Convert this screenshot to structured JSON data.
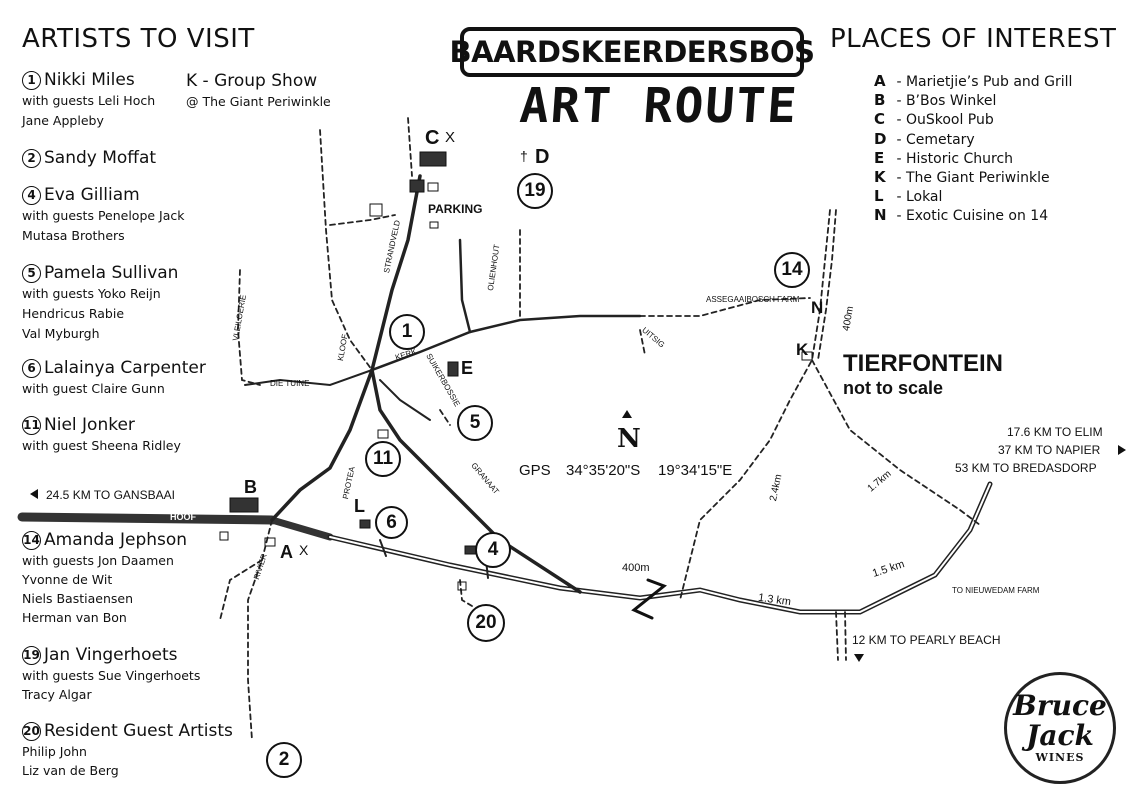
{
  "header": {
    "artists_heading": "ARTISTS TO VISIT",
    "places_heading": "PLACES OF INTEREST",
    "title_box": "BAARDSKEERDERSBOS",
    "subtitle": "ART ROUTE"
  },
  "artists": [
    {
      "number": "1",
      "name": "Nikki Miles",
      "guests": [
        "with guests Leli Hoch",
        "Jane Appleby"
      ]
    },
    {
      "number": "2",
      "name": "Sandy Moffat",
      "guests": []
    },
    {
      "number": "4",
      "name": "Eva Gilliam",
      "guests": [
        "with guests Penelope Jack",
        "Mutasa Brothers"
      ]
    },
    {
      "number": "5",
      "name": "Pamela Sullivan",
      "guests": [
        "with guests Yoko Reijn",
        "Hendricus Rabie",
        "Val Myburgh"
      ]
    },
    {
      "number": "6",
      "name": "Lalainya Carpenter",
      "guests": [
        "with guest Claire Gunn"
      ]
    },
    {
      "number": "11",
      "name": "Niel Jonker",
      "guests": [
        "with guest Sheena Ridley"
      ]
    },
    {
      "number": "14",
      "name": "Amanda Jephson",
      "guests": [
        "with guests Jon Daamen",
        "Yvonne de Wit",
        "Niels Bastiaensen",
        "Herman van Bon"
      ]
    },
    {
      "number": "19",
      "name": "Jan Vingerhoets",
      "guests": [
        "with guests Sue Vingerhoets",
        "Tracy Algar"
      ]
    },
    {
      "number": "20",
      "name": "Resident Guest Artists",
      "guests": [
        "Philip John",
        "Liz van de Berg"
      ]
    }
  ],
  "group_show": {
    "title": "K - Group Show",
    "venue": "@ The Giant Periwinkle"
  },
  "places": [
    {
      "letter": "A",
      "text": " - Marietjie’s Pub and Grill"
    },
    {
      "letter": "B",
      "text": " - B’Bos Winkel"
    },
    {
      "letter": "C",
      "text": " - OuSkool Pub"
    },
    {
      "letter": "D",
      "text": " - Cemetary"
    },
    {
      "letter": "E",
      "text": " - Historic Church"
    },
    {
      "letter": "K",
      "text": " - The Giant Periwinkle"
    },
    {
      "letter": "L",
      "text": " - Lokal"
    },
    {
      "letter": "N",
      "text": " - Exotic Cuisine on 14"
    }
  ],
  "map": {
    "streets": [
      "STRANDVELD",
      "OLIENHOUT",
      "KERK",
      "SUIKERBOSSIE",
      "UITSIG",
      "VLEILOERIE",
      "KLOOF",
      "DIE TUINE",
      "PROTEA",
      "GRANAAT",
      "HOOF",
      "RIVIER"
    ],
    "parking": "PARKING",
    "farm": "ASSEGAAIBOSCH FARM",
    "town": "TIERFONTEIN",
    "scale_note": "not to scale",
    "north": "N",
    "gps_label": "GPS",
    "gps_lat": "34°35'20\"S",
    "gps_lon": "19°34'15\"E",
    "directions_east": [
      "17.6 KM TO ELIM",
      "37 KM TO NAPIER",
      "53 KM TO BREDASDORP"
    ],
    "direction_west": "24.5 KM TO GANSBAAI",
    "direction_south": "12 KM TO PEARLY BEACH",
    "nieuwedam": "TO NIEUWEDAM FARM",
    "distances": [
      "400m",
      "400m",
      "1.3 km",
      "1.5 km",
      "2.4km",
      "1.7km"
    ],
    "markers": [
      "1",
      "2",
      "4",
      "5",
      "6",
      "11",
      "14",
      "19",
      "20"
    ],
    "cross": "X"
  },
  "logo": {
    "line1": "Bruce",
    "line2": "Jack",
    "line3": "WINES"
  }
}
